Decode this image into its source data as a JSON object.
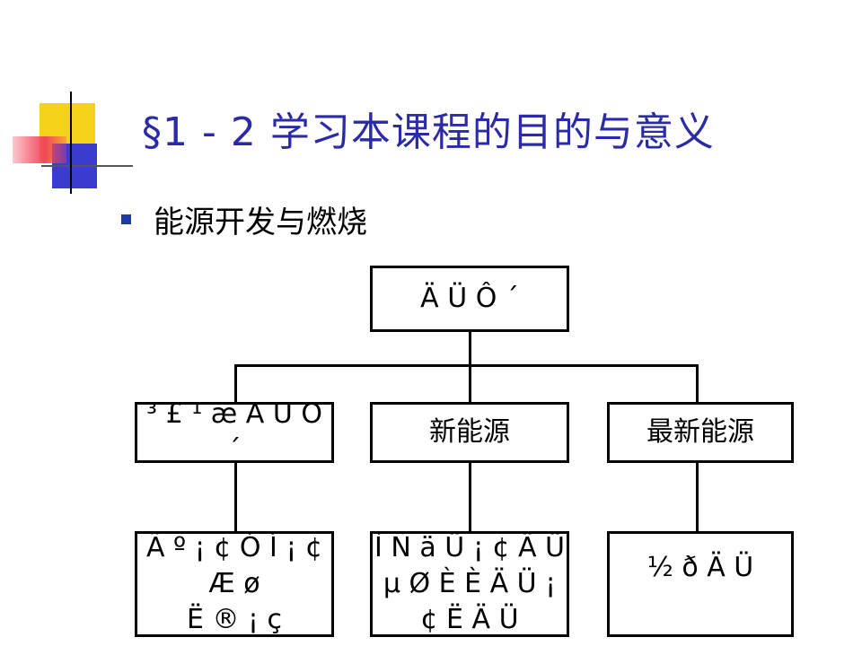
{
  "slide": {
    "title": "§1 - 2 学习本课程的目的与意义",
    "bullet": "能源开发与燃烧"
  },
  "diagram": {
    "root": "Ä Ü Ô ´",
    "level1": [
      "³ £ ¹ æ Ä Ü Ô ´",
      "新能源",
      "最新能源"
    ],
    "level2": [
      "Ã º ¡ ¢ Ó Í ¡ ¢ Æ ø\nË ® ¡ ç",
      "Ì Ñ ä Ü ¡ ¢ Ä Ü\nµ Ø È È Ä Ü ¡ ¢ Ë Ä Ü",
      "½ ð Ä Ü"
    ]
  },
  "colors": {
    "title": "#2b2ba8",
    "bullet": "#1f3aa6",
    "deco_yellow": "#f4d219",
    "deco_blue": "#3b3bd0",
    "deco_red": "#f2475b"
  }
}
